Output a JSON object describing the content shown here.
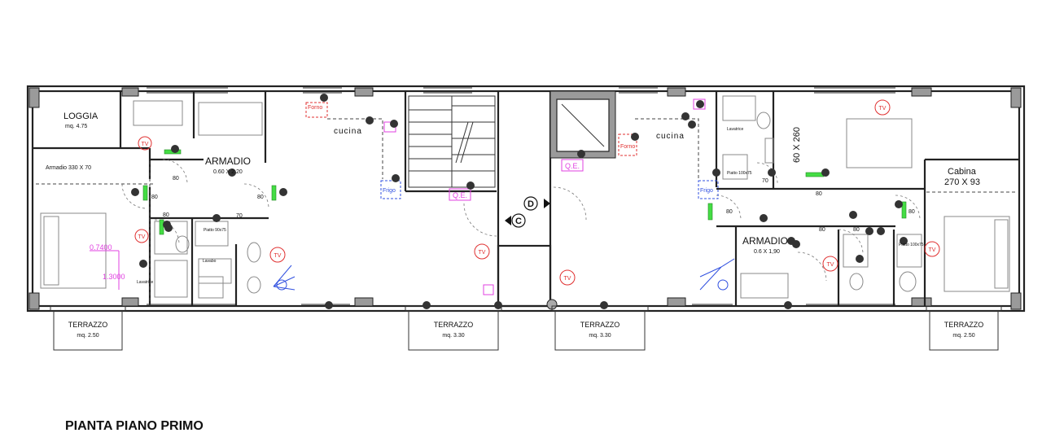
{
  "drawing_title": "PIANTA PIANO PRIMO",
  "rooms": {
    "loggia": {
      "name": "LOGGIA",
      "area": "mq. 4.75"
    },
    "armadio_left_top": {
      "name": "ARMADIO",
      "size": "0.60 X 2.20"
    },
    "armadio_left_side": "Armadio 330 X 70",
    "armadio_right": {
      "name": "ARMADIO",
      "size": "0.6 X 1,90"
    },
    "cabina": {
      "name": "Cabina",
      "size": "270 X 93"
    },
    "wardrobe_vertical": "60 X 260",
    "kitchen_left": "cucina",
    "kitchen_right": "cucina"
  },
  "terraces": [
    {
      "name": "TERRAZZO",
      "area": "mq. 2.50"
    },
    {
      "name": "TERRAZZO",
      "area": "mq. 3.30"
    },
    {
      "name": "TERRAZZO",
      "area": "mq. 3.30"
    },
    {
      "name": "TERRAZZO",
      "area": "mq. 2.50"
    }
  ],
  "tv_label": "TV",
  "symbols": {
    "qe_left": "Q.E.",
    "qe_right": "Q.E.",
    "core_d": "D",
    "core_c": "C",
    "forno": "Forno",
    "frigo": "Frigo"
  },
  "dimensions": {
    "d80": "80",
    "d70": "70",
    "d0740": "0.7400",
    "d1300": "1.3000"
  },
  "fixtures": {
    "piatto_left": "Piatto 90x75",
    "lavabo_left": "Lavabo",
    "lavatrice_left": "Lavatrice",
    "piatto_right": "Piatto 100x75",
    "lavatrice_right": "Lavatrice",
    "piatto_right2": "Piatto 100x75"
  },
  "colors": {
    "walls": "#222222",
    "hatch": "#9a9a9a",
    "tv": "#e03030",
    "dimension": "#e040e0",
    "electrical": "#3050e0",
    "radiator": "#44dd44"
  }
}
